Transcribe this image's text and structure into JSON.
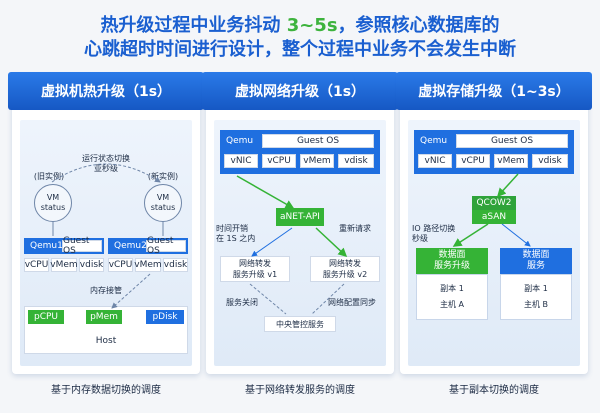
{
  "title": {
    "line1_prefix": "热升级过程中业务抖动 ",
    "line1_highlight": "3~5s",
    "line1_suffix": "，参照核心数据库的",
    "line2": "心跳超时时间进行设计，整个过程中业务不会发生中断"
  },
  "panels": [
    {
      "header": "虚拟机热升级（1s）",
      "caption": "基于内存数据切换的调度",
      "switch_label": "运行状态切换\n亚秒级",
      "old_label": "(旧实例)",
      "new_label": "(新实例)",
      "vm_status": "VM\nstatus",
      "qemu1": "Qemu1",
      "qemu2": "Qemu2",
      "guest_os": "Guest OS",
      "vcpu": "vCPU",
      "vmem": "vMem",
      "vdisk": "vdisk",
      "mem_takeover": "内存接管",
      "pcpu": "pCPU",
      "pmem": "pMem",
      "pdisk": "pDisk",
      "host": "Host"
    },
    {
      "header": "虚拟网络升级（1s）",
      "caption": "基于网络转发服务的调度",
      "qemu": "Qemu",
      "guest_os": "Guest OS",
      "vnic": "vNIC",
      "vcpu": "vCPU",
      "vmem": "vMem",
      "vdisk": "vdisk",
      "anet": "aNET-API",
      "time_label": "时间开销\n在 1S 之内",
      "retry": "重新请求",
      "svc_v1": "网络转发\n服务升级 v1",
      "svc_v2": "网络转发\n服务升级 v2",
      "svc_off": "服务关闭",
      "cfg_sync": "网络配置同步",
      "central": "中央管控服务"
    },
    {
      "header": "虚拟存储升级（1~3s）",
      "caption": "基于副本切换的调度",
      "qemu": "Qemu",
      "guest_os": "Guest OS",
      "vnic": "vNIC",
      "vcpu": "vCPU",
      "vmem": "vMem",
      "vdisk": "vdisk",
      "qcow": "QCOW2",
      "asan": "aSAN",
      "io_label": "IO 路径切换\n秒级",
      "dp_upgrade": "数据面\n服务升级",
      "dp_service": "数据面\n服务",
      "replica": "副本 1",
      "host_a": "主机 A",
      "host_b": "主机 B"
    }
  ],
  "colors": {
    "blue": "#1f6fe0",
    "green": "#35b336",
    "title": "#1a5fd0"
  }
}
